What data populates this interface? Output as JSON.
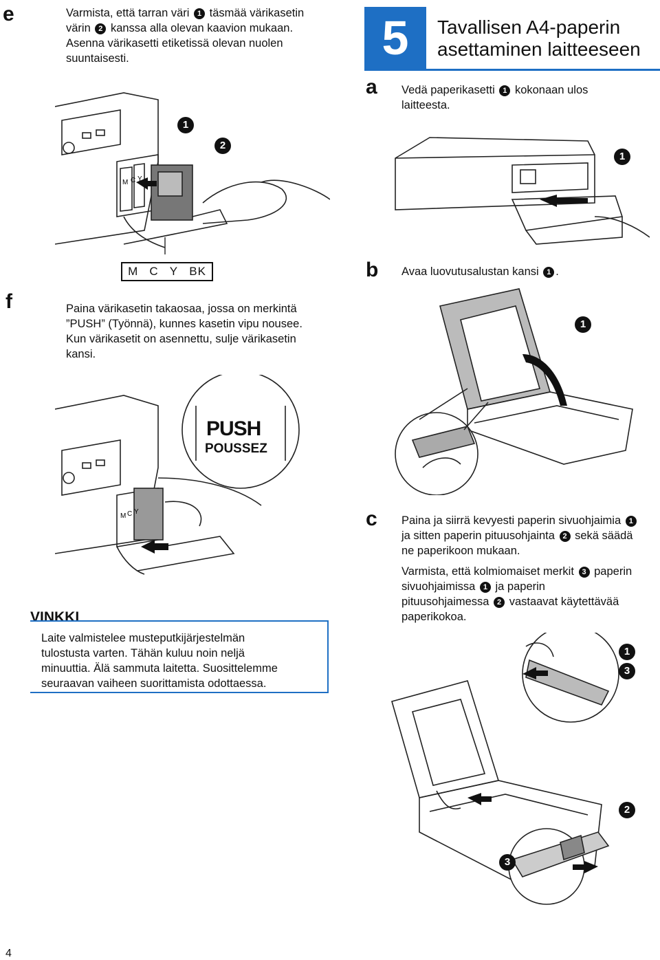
{
  "page_number": "4",
  "section": {
    "number": "5",
    "title": "Tavallisen A4-paperin asettaminen laitteeseen"
  },
  "step_e": {
    "letter": "e",
    "line1_pre": "Varmista, että tarran väri",
    "n1": "1",
    "line1_post": "täsmää värikasetin",
    "line2_pre": "värin",
    "n2": "2",
    "line2_post": "kanssa alla olevan kaavion mukaan.",
    "line3": "Asenna värikasetti etiketissä olevan nuolen",
    "line4": "suuntaisesti.",
    "label_strip": [
      "M",
      "C",
      "Y",
      "BK"
    ],
    "callouts": [
      "1",
      "2"
    ]
  },
  "step_f": {
    "letter": "f",
    "lines": [
      "Paina värikasetin takaosaa, jossa on merkintä",
      "”PUSH” (Työnnä), kunnes kasetin vipu nousee.",
      "Kun värikasetit on asennettu, sulje värikasetin",
      "kansi."
    ],
    "push_label": "PUSH",
    "pousser_label": "POUSSEZ"
  },
  "vinkki": {
    "title": "VINKKI",
    "lines": [
      "Laite valmistelee musteputkijärjestelmän",
      "tulostusta varten. Tähän kuluu noin neljä",
      "minuuttia. Älä sammuta laitetta. Suosittelemme",
      "seuraavan vaiheen suorittamista odottaessa."
    ]
  },
  "step_a": {
    "letter": "a",
    "line1_pre": "Vedä paperikasetti",
    "n1": "1",
    "line1_post": "kokonaan ulos",
    "line2": "laitteesta.",
    "callout": "1"
  },
  "step_b": {
    "letter": "b",
    "text_pre": "Avaa luovutusalustan kansi",
    "n1": "1",
    "text_post": ".",
    "callout": "1"
  },
  "step_c": {
    "letter": "c",
    "p1_line1_pre": "Paina ja siirrä kevyesti paperin sivuohjaimia",
    "p1_n1": "1",
    "p1_line2_pre": "ja sitten paperin pituusohjainta",
    "p1_n2": "2",
    "p1_line2_post": "sekä säädä",
    "p1_line3": "ne paperikoon mukaan.",
    "p2_line1_pre": "Varmista, että kolmiomaiset merkit",
    "p2_n3": "3",
    "p2_line1_post": "paperin",
    "p2_line2_pre": "sivuohjaimissa",
    "p2_n1": "1",
    "p2_line2_post": "ja paperin",
    "p2_line3_pre": "pituusohjaimessa",
    "p2_n2": "2",
    "p2_line3_post": "vastaavat käytettävää",
    "p2_line4": "paperikokoa.",
    "callouts": [
      "1",
      "3",
      "2",
      "3"
    ]
  }
}
